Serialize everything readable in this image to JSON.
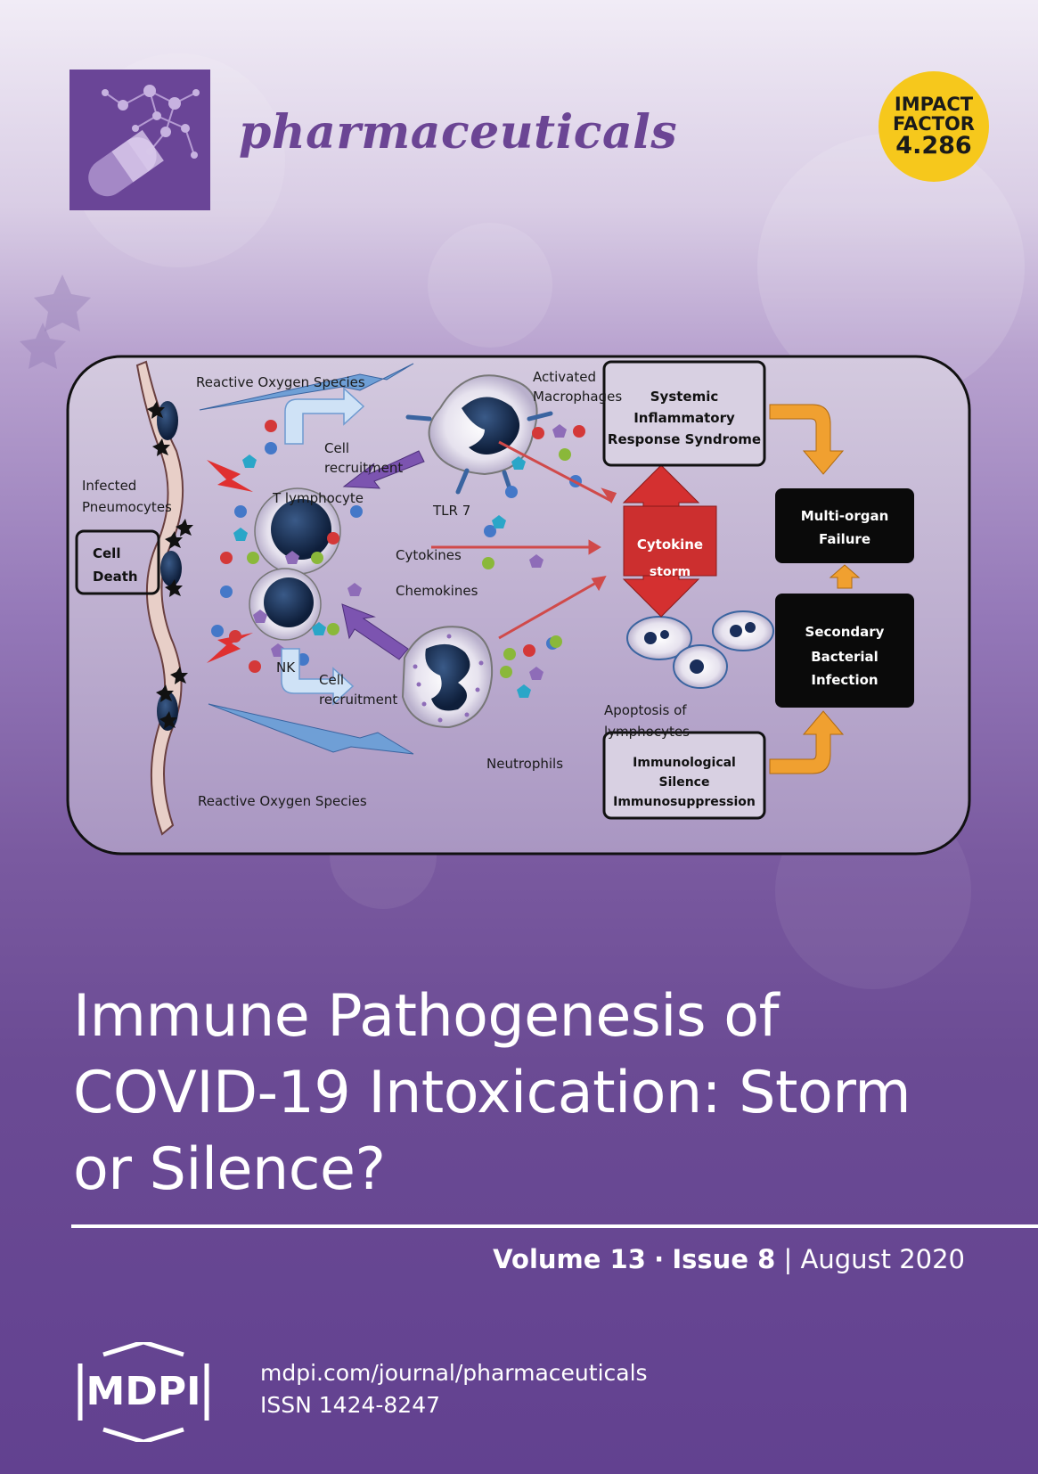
{
  "journal": {
    "name": "pharmaceuticals",
    "impact_factor": {
      "line1": "IMPACT",
      "line2": "FACTOR",
      "value": "4.286"
    }
  },
  "diagram": {
    "ros_top": "Reactive Oxygen Species",
    "ros_bottom": "Reactive Oxygen Species",
    "activated_macrophages_1": "Activated",
    "activated_macrophages_2": "Macrophages",
    "cell_recruitment_top_1": "Cell",
    "cell_recruitment_top_2": "recruitment",
    "cell_recruitment_bottom_1": "Cell",
    "cell_recruitment_bottom_2": "recruitment",
    "infected_1": "Infected",
    "infected_2": "Pneumocytes",
    "t_lymphocyte": "T lymphocyte",
    "tlr7": "TLR 7",
    "cell_death_1": "Cell",
    "cell_death_2": "Death",
    "cytokines": "Cytokines",
    "chemokines": "Chemokines",
    "nk": "NK",
    "neutrophils": "Neutrophils",
    "apoptosis_1": "Apoptosis of",
    "apoptosis_2": "lymphocytes",
    "sirs_1": "Systemic",
    "sirs_2": "Inflammatory",
    "sirs_3": "Response Syndrome",
    "storm_1": "Cytokine",
    "storm_2": "storm",
    "multi_1": "Multi-organ",
    "multi_2": "Failure",
    "secondary_1": "Secondary",
    "secondary_2": "Bacterial",
    "secondary_3": "Infection",
    "immuno_1": "Immunological",
    "immuno_2": "Silence",
    "immuno_3": "Immunosuppression"
  },
  "article": {
    "title_line1": "Immune Pathogenesis of",
    "title_line2": "COVID-19 Intoxication: Storm",
    "title_line3": "or Silence?"
  },
  "issue": {
    "volume": "Volume 13",
    "sep": "·",
    "issue": "Issue 8",
    "divider": "|",
    "date": "August 2020"
  },
  "publisher": {
    "logo_text": "MDPI",
    "url": "mdpi.com/journal/pharmaceuticals",
    "issn": "ISSN 1424-8247"
  },
  "colors": {
    "brand_purple": "#6a4597",
    "impact_yellow": "#f6c81c",
    "storm_red": "#cc2f2f",
    "arrow_orange": "#f0a030"
  }
}
